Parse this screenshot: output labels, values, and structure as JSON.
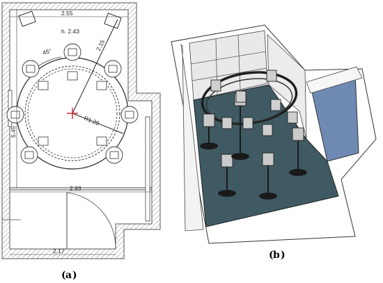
{
  "panel_a": {
    "caption_letter": "a",
    "labels": {
      "width_top": "2.55",
      "height": "h. 2.43",
      "diag": "2.15",
      "angle": "45°",
      "radius": "R1.20",
      "length_side": "5.45",
      "width_mid": "2.93",
      "width_bottom": "2.17"
    }
  },
  "panel_b": {
    "caption_letter": "b"
  },
  "colors": {
    "wall_hatch": "#9a9a9a",
    "floor_3d": "#3f5a62",
    "wall_3d": "#ffffff",
    "window_3d": "#6e8ab3",
    "center_mark": "#cc1f1f"
  }
}
